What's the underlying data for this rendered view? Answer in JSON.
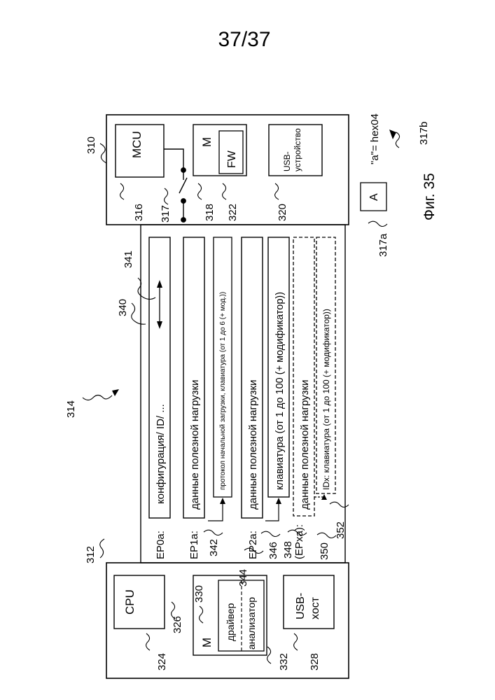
{
  "page_number": "37/37",
  "figure_caption": "Фиг. 35",
  "refs": {
    "r310": "310",
    "r312": "312",
    "r314": "314",
    "r316": "316",
    "r317": "317",
    "r317a": "317a",
    "r317b": "317b",
    "r318": "318",
    "r320": "320",
    "r322": "322",
    "r324": "324",
    "r326": "326",
    "r328": "328",
    "r330": "330",
    "r332": "332",
    "r340": "340",
    "r341": "341",
    "r342": "342",
    "r344": "344",
    "r346": "346",
    "r348": "348",
    "r350": "350",
    "r352": "352"
  },
  "device": {
    "mcu": "MCU",
    "memory": "M",
    "firmware": "FW",
    "usb_device_line1": "USB-",
    "usb_device_line2": "устройство",
    "key_a": "A",
    "hex_label": "\"a\"= hex04"
  },
  "host": {
    "cpu": "CPU",
    "memory": "M",
    "driver": "драйвер",
    "analyzer": "анализатор",
    "usb_host_line1": "USB-",
    "usb_host_line2": "хост"
  },
  "endpoints": {
    "ep0a_label": "EP0a:",
    "ep0a_text": "конфигурация/ ID/ ...",
    "ep1a_label": "EP1a:",
    "ep1a_text": "данные полезной нагрузки",
    "ep1a_sub": "протокол начальной загрузки, клавиатура (от 1 до 6 (+ мод.))",
    "ep2a_label": "EP2a:",
    "ep2a_text": "данные полезной нагрузки",
    "ep2a_sub": "клавиатура (от 1 до 100 (+ модификатор))",
    "epxa_label": "(EPxa):",
    "epxa_text": "данные полезной нагрузки",
    "epxa_sub": "IDx: клавиатура (от 1 до 100 (+ модификатор))"
  }
}
